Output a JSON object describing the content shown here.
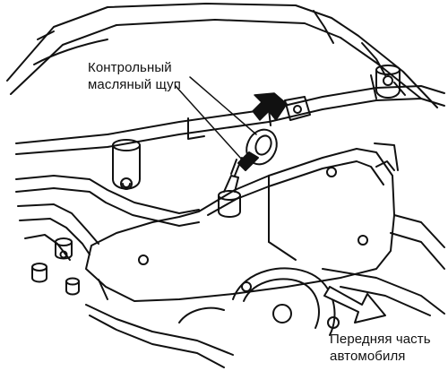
{
  "callouts": {
    "dipstick": {
      "line1": "Контрольный",
      "line2": "масляный щуп"
    },
    "vehicle_front": {
      "line1": "Передняя часть",
      "line2": "автомобиля"
    }
  },
  "colors": {
    "ink": "#111111",
    "paper": "#ffffff"
  },
  "icons": {
    "push_arrow": "arrow-down-left-icon",
    "front_arrow": "arrow-right-icon"
  }
}
